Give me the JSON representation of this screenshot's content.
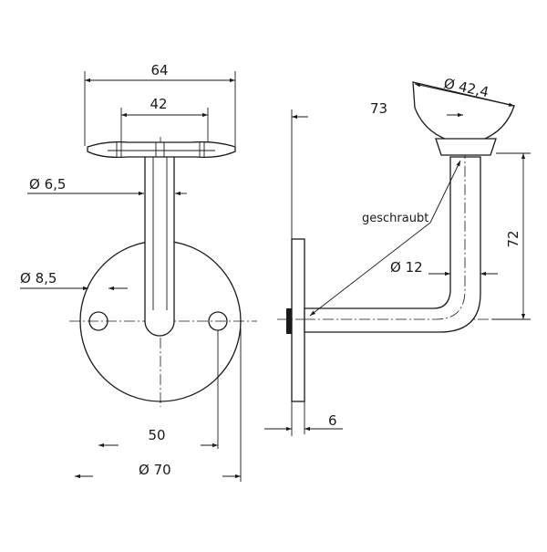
{
  "drawing": {
    "dimensions": {
      "plate_width": "64",
      "hole_spacing_top": "42",
      "pin_diameter": "Ø 6,5",
      "hole_diameter": "Ø 8,5",
      "hole_spacing_bottom": "50",
      "base_diameter": "Ø 70",
      "saddle_diameter": "Ø 42,4",
      "projection": "73",
      "height": "72",
      "tube_diameter": "Ø 12",
      "base_thickness": "6"
    },
    "notes": {
      "screwed": "geschraubt"
    }
  }
}
